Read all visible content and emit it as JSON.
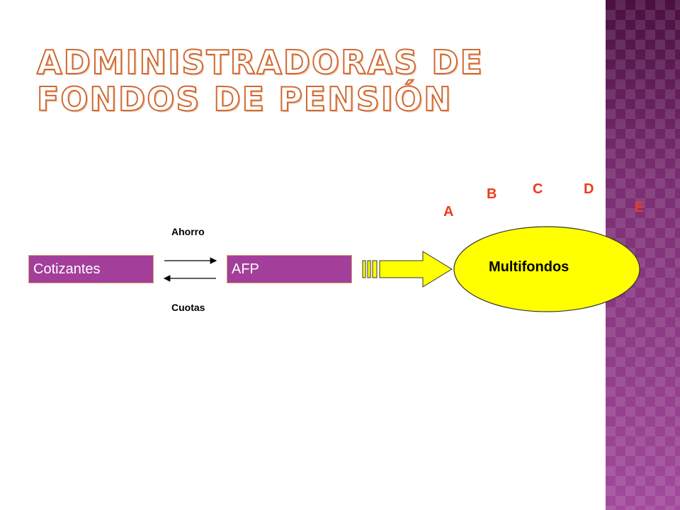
{
  "title": "Administradoras de Fondos de Pensión",
  "boxes": {
    "cotizantes": "Cotizantes",
    "afp": "AFP"
  },
  "flows": {
    "ahorro": "Ahorro",
    "cuotas": "Cuotas"
  },
  "oval_label": "Multifondos",
  "fund_letters": [
    "A",
    "B",
    "C",
    "D",
    "E"
  ],
  "colors": {
    "box_fill": "#a33e9b",
    "oval_fill": "#ffff00",
    "arrow_fill": "#ffff00",
    "letters": "#ee3b1b",
    "side_panel": "#8a3a84"
  }
}
